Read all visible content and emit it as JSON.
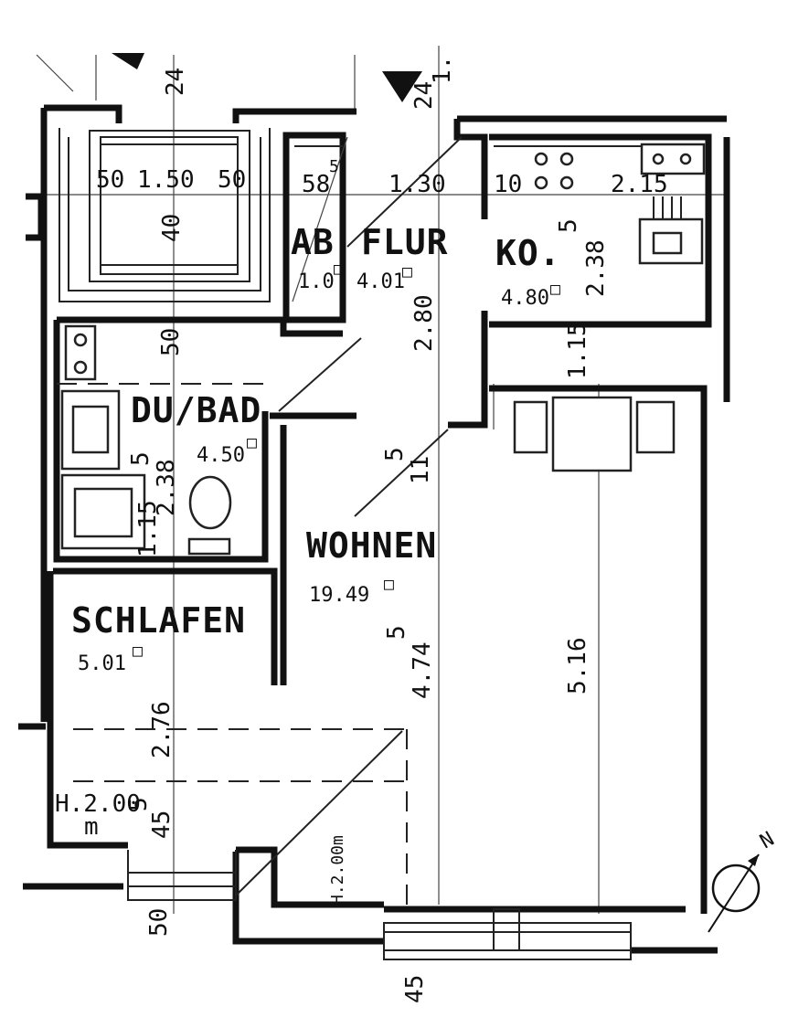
{
  "rooms": {
    "ab": {
      "name": "AB",
      "area": "1.0"
    },
    "flur": {
      "name": "FLUR",
      "area": "4.01"
    },
    "ko": {
      "name": "KO.",
      "area": "4.80"
    },
    "dubad": {
      "name": "DU/BAD",
      "area": "4.50"
    },
    "wohnen": {
      "name": "WOHNEN",
      "area": "19.49"
    },
    "schlafen": {
      "name": "SCHLAFEN",
      "area": "5.01"
    }
  },
  "area_unit": "□",
  "dimensions": {
    "top_left_24": "24",
    "top_right_24": "24",
    "top_right_1": "1.",
    "window_50a": "50",
    "window_150": "1.50",
    "window_50b": "50",
    "window_40": "40",
    "ab_58": "58",
    "ab_5": "5",
    "flur_130": "1.30",
    "ko_10": "10",
    "ko_215": "2.15",
    "ko_5": "5",
    "ko_238": "2.38",
    "flur_280": "2.80",
    "bath_50": "50",
    "ko_115": "1.15",
    "bath_5": "5",
    "bath_238": "2.38",
    "bath_115": "1.15",
    "hall_5": "5",
    "hall_11": "11",
    "wohnen_5": "5",
    "wohnen_474": "4.74",
    "wohnen_516": "5.16",
    "schlafen_276": "2.76",
    "schlafen_5": "5",
    "schlafen_45": "45",
    "bottom_50": "50",
    "bottom_45": "45"
  },
  "notes": {
    "height_schlafen_a": "H.2.00",
    "height_schlafen_b": "m",
    "height_wohnen": "H.2.00m"
  },
  "compass": {
    "label": "N"
  }
}
